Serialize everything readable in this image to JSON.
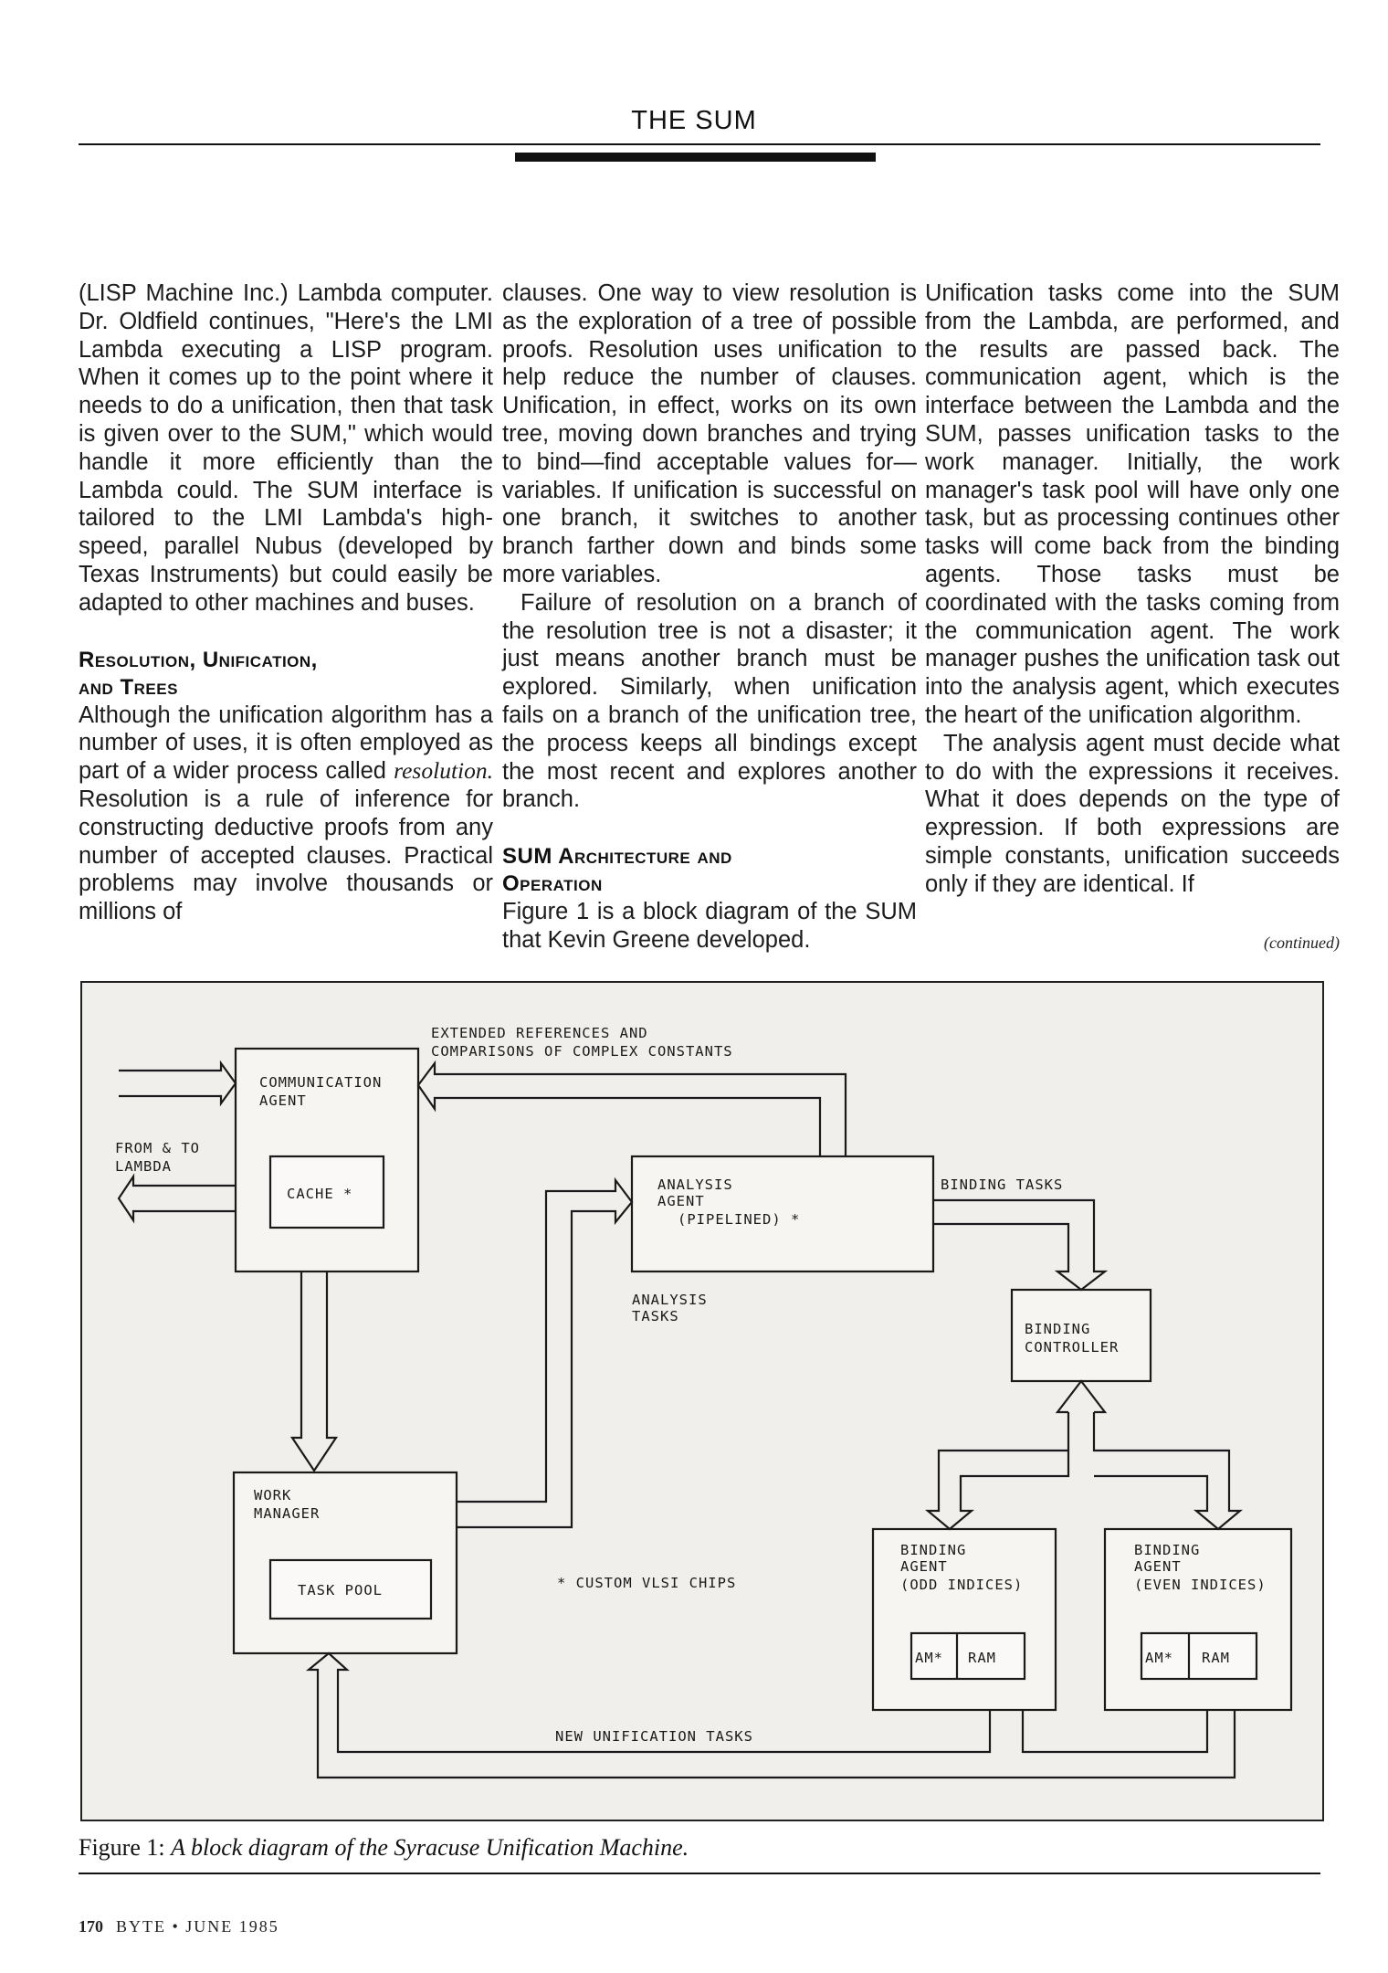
{
  "header": {
    "running_head": "THE SUM"
  },
  "columns": {
    "col1": {
      "p1": "(LISP Machine Inc.) Lambda computer. Dr. Oldfield continues, \"Here's the LMI Lambda executing a LISP program. When it comes up to the point where it needs to do a unification, then that task is given over to the SUM,\" which would handle it more efficiently than the Lambda could. The SUM interface is tailored to the LMI Lambda's high-speed, parallel Nubus (developed by Texas Instruments) but could easily be adapted to other machines and buses.",
      "h1_line1": "Resolution, Unification,",
      "h1_line2": "and Trees",
      "p2_before": "Although the unification algorithm has a number of uses, it is often employed as part of a wider process called ",
      "p2_term": "resolution.",
      "p2_after": " Resolution is a rule of inference for constructing deductive proofs from any number of accepted clauses. Practical problems may involve thousands or millions of"
    },
    "col2": {
      "p1": "clauses. One way to view resolution is as the exploration of a tree of possible proofs. Resolution uses unification to help reduce the number of clauses. Unification, in effect, works on its own tree, moving down branches and trying to bind—find acceptable values for—variables. If unification is successful on one branch, it switches to another branch farther down and binds some more variables.",
      "p2": "Failure of resolution on a branch of the resolution tree is not a disaster; it just means another branch must be explored. Similarly, when unification fails on a branch of the unification tree, the process keeps all bindings except the most recent and explores another branch.",
      "h2_line1": "SUM Architecture and",
      "h2_line2": "Operation",
      "p3": "Figure 1 is a block diagram of the SUM that Kevin Greene developed."
    },
    "col3": {
      "p1": "Unification tasks come into the SUM from the Lambda, are performed, and the results are passed back. The communication agent, which is the interface between the Lambda and the SUM, passes unification tasks to the work manager. Initially, the work manager's task pool will have only one task, but as processing continues other tasks will come back from the binding agents. Those tasks must be coordinated with the tasks coming from the communication agent. The work manager pushes the unification task out into the analysis agent, which executes the heart of the unification algorithm.",
      "p2": "The analysis agent must decide what to do with the expressions it receives. What it does depends on the type of expression. If both expressions are simple constants, unification succeeds only if they are identical. If",
      "continued": "(continued)"
    }
  },
  "figure": {
    "ext_ref_line1": "EXTENDED REFERENCES AND",
    "ext_ref_line2": "COMPARISONS OF COMPLEX CONSTANTS",
    "comm_agent_line1": "COMMUNICATION",
    "comm_agent_line2": "AGENT",
    "from_to_line1": "FROM & TO",
    "from_to_line2": "LAMBDA",
    "cache": "CACHE *",
    "analysis_agent_line1": "ANALYSIS",
    "analysis_agent_line2": "AGENT",
    "analysis_agent_line3": "(PIPELINED) *",
    "binding_tasks": "BINDING TASKS",
    "analysis_tasks_line1": "ANALYSIS",
    "analysis_tasks_line2": "TASKS",
    "binding_controller_line1": "BINDING",
    "binding_controller_line2": "CONTROLLER",
    "work_manager_line1": "WORK",
    "work_manager_line2": "MANAGER",
    "task_pool": "TASK POOL",
    "custom_vlsi": "* CUSTOM VLSI CHIPS",
    "binding_odd_line1": "BINDING",
    "binding_odd_line2": "AGENT",
    "binding_odd_line3": "(ODD INDICES)",
    "binding_even_line1": "BINDING",
    "binding_even_line2": "AGENT",
    "binding_even_line3": "(EVEN INDICES)",
    "am": "AM*",
    "ram": "RAM",
    "new_unification_tasks": "NEW UNIFICATION TASKS"
  },
  "caption": {
    "label": "Figure 1:",
    "text": "A block diagram of the Syracuse Unification Machine."
  },
  "footer": {
    "page_number": "170",
    "issue": "BYTE • JUNE 1985"
  }
}
